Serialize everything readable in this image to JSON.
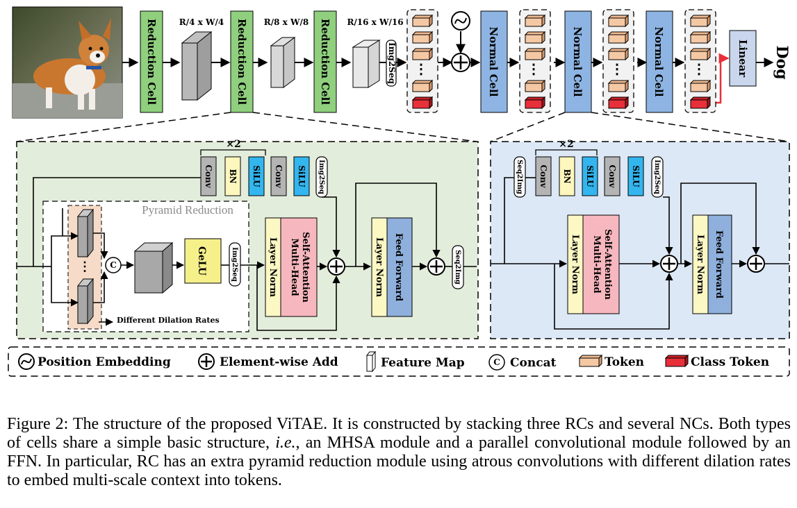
{
  "top": {
    "reduction_cell": "Reduction Cell",
    "normal_cell": "Normal Cell",
    "linear": "Linear",
    "output": "Dog",
    "dim1": "R/4 x W/4",
    "dim2": "R/8 x W/8",
    "dim3": "R/16 x W/16",
    "img2seq": "Img2Seq",
    "dots": "⋮"
  },
  "rc": {
    "times2": "×2",
    "conv": "Conv",
    "bn": "BN",
    "silu": "SiLU",
    "img2seq": "Img2Seq",
    "seq2img": "Seq2Img",
    "pyramid_title": "Pyramid Reduction",
    "concat": "C",
    "gelu": "GeLU",
    "layer_norm": "Layer Norm",
    "mhsa_line1": "Multi-Head",
    "mhsa_line2": "Self-Attention",
    "ffn": "Feed Forward",
    "dilation": "Different Dilation Rates"
  },
  "nc": {
    "times2": "×2",
    "seq2img": "Seq2Img",
    "conv": "Conv",
    "bn": "BN",
    "silu": "SiLU",
    "img2seq": "Img2Seq",
    "layer_norm": "Layer Norm",
    "mhsa_line1": "Multi-Head",
    "mhsa_line2": "Self-Attention",
    "ffn": "Feed Forward"
  },
  "legend": {
    "pos_embed": "Position Embedding",
    "add": "Element-wise Add",
    "feature_map": "Feature Map",
    "concat": "Concat",
    "concat_symbol": "C",
    "token": "Token",
    "class_token": "Class Token"
  },
  "caption": {
    "part1": "Figure 2: The structure of the proposed ViTAE. It is constructed by stacking three RCs and several NCs.  Both types of cells share a simple basic structure, ",
    "italic": "i.e.",
    "part2": ", an MHSA module and a parallel convolutional module followed by an FFN. In particular, RC has an extra pyramid reduction module using atrous convolutions with different dilation rates to embed multi-scale context into tokens."
  },
  "colors": {
    "reduction_green": "#8fcf7e",
    "normal_blue": "#8db4e2",
    "rc_panel": "#e3eddb",
    "nc_panel": "#dde8f6",
    "token": "#f5c8a4",
    "class_token": "#e8303a",
    "silu_blue": "#33b5ee",
    "bn_yellow": "#fdf6bd",
    "conv_gray": "#b4b4b4",
    "mhsa_pink": "#f7b7be",
    "ln_yellow": "#fcf8c4",
    "ffn_blue": "#8fb0dc",
    "gelu_yellow": "#f6f08b"
  }
}
